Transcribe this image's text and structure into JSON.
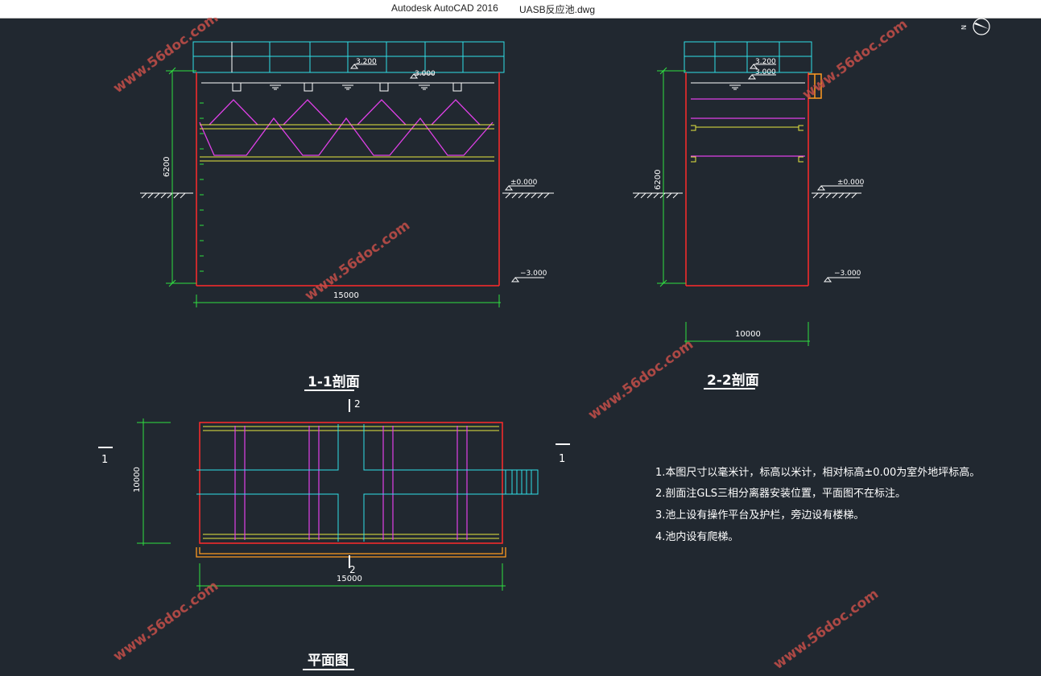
{
  "window": {
    "app_title": "Autodesk AutoCAD 2016",
    "file_name": "UASB反应池.dwg"
  },
  "drawing": {
    "section_1_1": {
      "title": "1-1剖面",
      "elevation_top": "3.200",
      "elevation_water": "3.000",
      "elevation_ground": "±0.000",
      "elevation_bottom": "−3.000",
      "height_dim": "6200",
      "width_dim": "15000"
    },
    "section_2_2": {
      "title": "2-2剖面",
      "elevation_top": "3.200",
      "elevation_water": "3.000",
      "elevation_ground": "±0.000",
      "elevation_bottom": "−3.000",
      "height_dim": "6200",
      "width_dim": "10000"
    },
    "plan": {
      "title": "平面图",
      "width_dim": "15000",
      "height_dim": "10000",
      "cut_1": "1",
      "cut_2": "2"
    },
    "notes": [
      "1.本图尺寸以毫米计，标高以米计，相对标高±0.00为室外地坪标高。",
      "2.剖面注GLS三相分离器安装位置，平面图不在标注。",
      "3.池上设有操作平台及护栏，旁边设有楼梯。",
      "4.池内设有爬梯。"
    ],
    "watermark": "www.56doc.com",
    "compass_label": "N"
  },
  "colors": {
    "background": "#212830",
    "red": "#ff2a2a",
    "cyan": "#30e0e8",
    "magenta": "#e040e8",
    "yellow": "#e8e840",
    "green": "#30e040",
    "white": "#ffffff",
    "orange": "#ff9a20",
    "watermark": "#c8504a"
  }
}
